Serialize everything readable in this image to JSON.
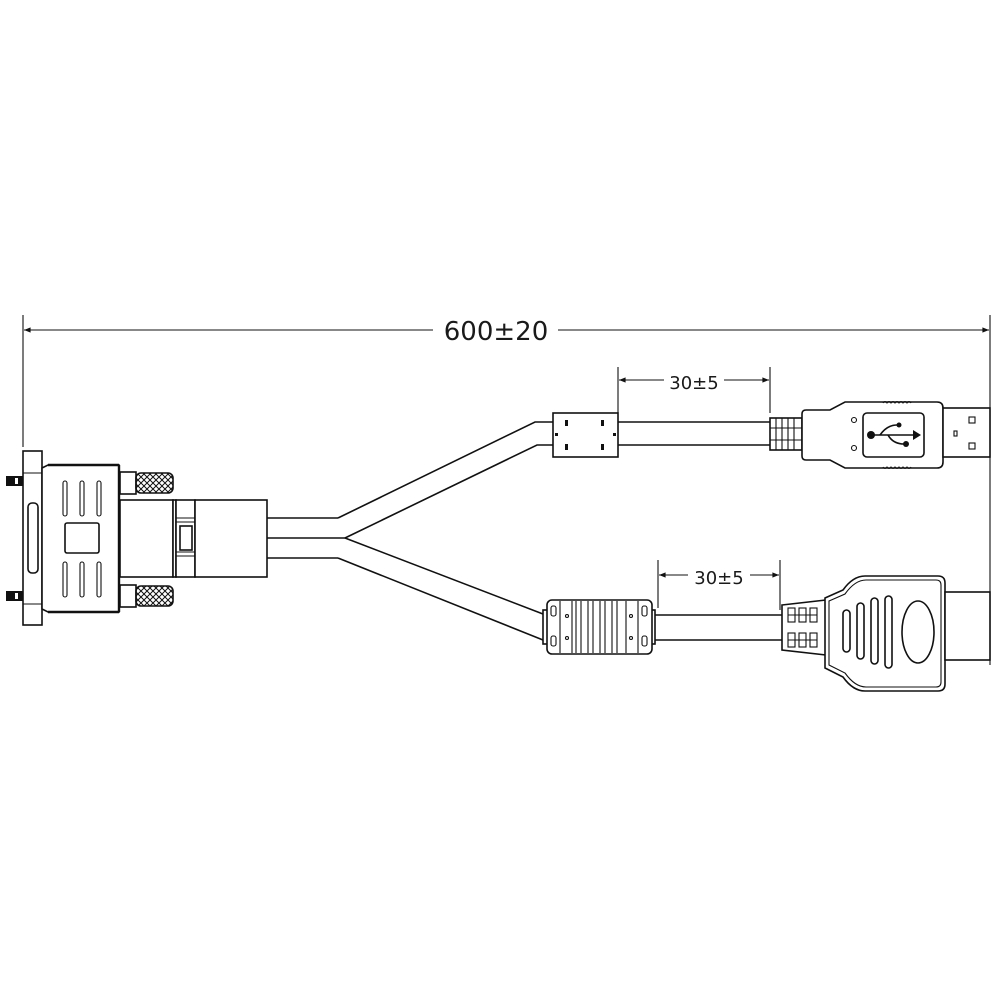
{
  "diagram": {
    "type": "cable-assembly-drawing",
    "description": "Y-splitter cable: DVI connector split into USB-A and HDMI connectors",
    "colors": {
      "line": "#111111",
      "background": "#ffffff"
    }
  },
  "dimensions": {
    "overall_length": {
      "label": "600±20",
      "value": 600,
      "tolerance": 20
    },
    "usb_ferrite_offset": {
      "label": "30±5",
      "value": 30,
      "tolerance": 5
    },
    "hdmi_ferrite_offset": {
      "label": "30±5",
      "value": 30,
      "tolerance": 5
    }
  },
  "components": {
    "left_connector": {
      "name": "DVI connector",
      "icon": "dvi-connector-icon"
    },
    "top_branch": {
      "ferrite": "ferrite-core",
      "connector": "USB-A male",
      "icon": "usb-trident-icon"
    },
    "bottom_branch": {
      "ferrite": "ferrite-core",
      "connector": "HDMI male",
      "icon": "hdmi-connector-icon"
    }
  }
}
